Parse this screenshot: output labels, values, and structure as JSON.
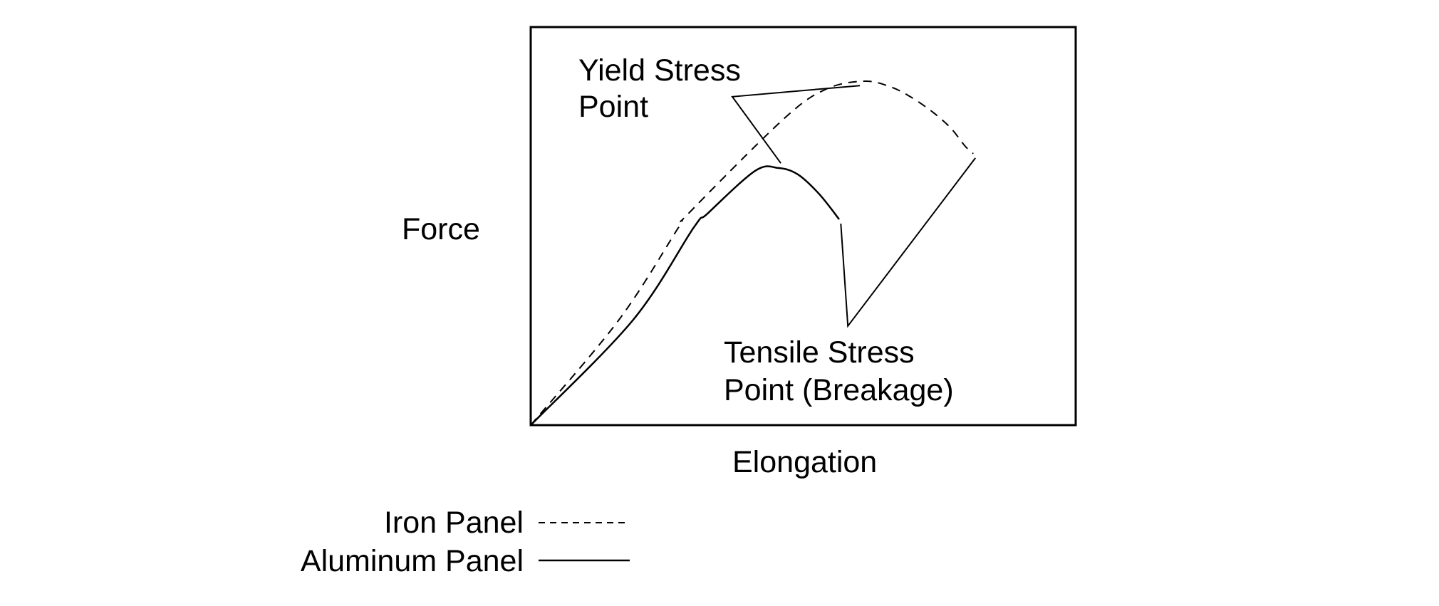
{
  "chart_data": {
    "type": "line",
    "title": "",
    "xlabel": "Elongation",
    "ylabel": "Force",
    "xlim": [
      0,
      1
    ],
    "ylim": [
      0,
      1
    ],
    "grid": false,
    "ticks": false,
    "units_note": "Qualitative diagram; values are normalized fractions of the plot area",
    "series": [
      {
        "name": "Iron Panel",
        "style": "dashed",
        "color": "#000000",
        "points": [
          [
            0.0,
            0.0
          ],
          [
            0.161,
            0.263
          ],
          [
            0.271,
            0.496
          ],
          [
            0.289,
            0.531
          ],
          [
            0.464,
            0.769
          ],
          [
            0.542,
            0.844
          ],
          [
            0.612,
            0.864
          ],
          [
            0.66,
            0.85
          ],
          [
            0.699,
            0.823
          ],
          [
            0.739,
            0.785
          ],
          [
            0.771,
            0.746
          ],
          [
            0.797,
            0.701
          ],
          [
            0.812,
            0.682
          ]
        ]
      },
      {
        "name": "Aluminum Panel",
        "style": "solid",
        "color": "#000000",
        "points": [
          [
            0.0,
            0.0
          ],
          [
            0.187,
            0.263
          ],
          [
            0.299,
            0.496
          ],
          [
            0.324,
            0.531
          ],
          [
            0.412,
            0.639
          ],
          [
            0.454,
            0.646
          ],
          [
            0.49,
            0.63
          ],
          [
            0.529,
            0.581
          ],
          [
            0.566,
            0.517
          ]
        ]
      }
    ],
    "annotations": [
      {
        "name": "yield-stress-point",
        "lines": [
          "Yield Stress",
          "Point"
        ],
        "leader": [
          [
            0.604,
            0.853
          ],
          [
            0.37,
            0.825
          ],
          [
            0.459,
            0.658
          ]
        ],
        "anchor": [
          0.088,
          0.92
        ]
      },
      {
        "name": "tensile-stress-point",
        "lines": [
          "Tensile Stress",
          "Point (Breakage)"
        ],
        "leader": [
          [
            0.569,
            0.506
          ],
          [
            0.582,
            0.249
          ],
          [
            0.816,
            0.671
          ]
        ],
        "anchor": [
          0.354,
          0.21
        ]
      }
    ],
    "legend": {
      "placement": "bottom-left",
      "entries": [
        {
          "label": "Iron Panel",
          "style": "dashed"
        },
        {
          "label": "Aluminum Panel",
          "style": "solid"
        }
      ]
    }
  }
}
